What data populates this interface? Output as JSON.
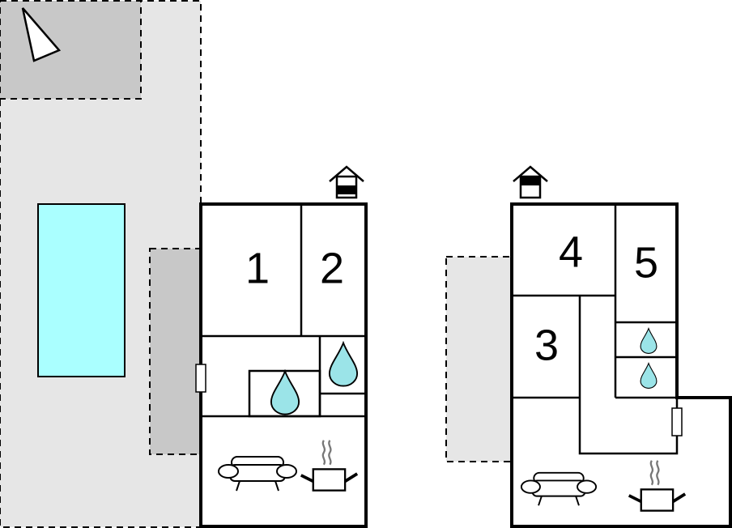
{
  "floor_plan": {
    "level_1": {
      "rooms": [
        {
          "id": "room-1",
          "number": "1",
          "type": "bedroom"
        },
        {
          "id": "room-2",
          "number": "2",
          "type": "bedroom"
        }
      ],
      "bathrooms": 2,
      "living_area": {
        "sofa": true,
        "kitchen": true
      }
    },
    "level_2": {
      "rooms": [
        {
          "id": "room-3",
          "number": "3",
          "type": "bedroom"
        },
        {
          "id": "room-4",
          "number": "4",
          "type": "bedroom"
        },
        {
          "id": "room-5",
          "number": "5",
          "type": "bedroom"
        }
      ],
      "bathrooms": 2,
      "living_area": {
        "sofa": true,
        "kitchen": true
      }
    },
    "outdoor": {
      "pool": true,
      "terraces": 3,
      "orientation": "north-arrow"
    },
    "icons": [
      "north-arrow-icon",
      "house-level-icon",
      "water-drop-icon",
      "sofa-icon",
      "cooking-pot-icon",
      "door-icon"
    ],
    "colors": {
      "pool": "#aaffff",
      "terrace_light": "#e6e6e6",
      "terrace_dark": "#c8c8c8",
      "wall": "#000000",
      "water_drop": "#9be4e8"
    }
  }
}
